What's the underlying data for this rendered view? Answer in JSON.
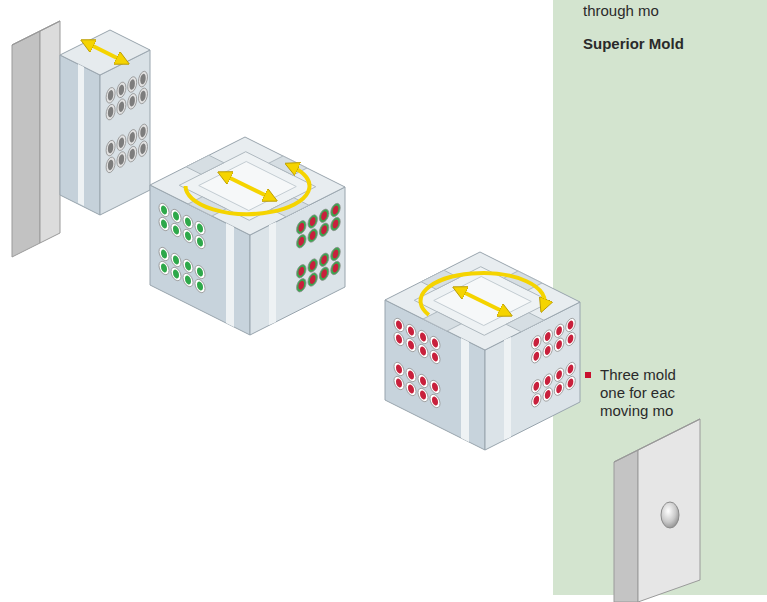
{
  "diagram": {
    "nodes": [
      {
        "text": [
          "through mo",
          "Superior Mold",
          "Three mold one for eac moving mo"
        ]
      }
    ]
  }
}
